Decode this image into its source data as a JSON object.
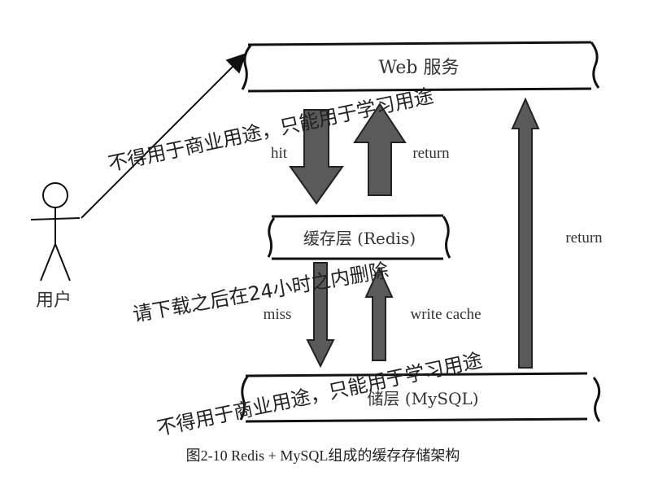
{
  "diagram": {
    "web_layer": "Web 服务",
    "cache_layer": "缓存层 (Redis)",
    "storage_layer": "储层 (MySQL)",
    "user_label": "用户",
    "arrow_hit": "hit",
    "arrow_return_upper": "return",
    "arrow_miss": "miss",
    "arrow_write_cache": "write cache",
    "arrow_return_right": "return"
  },
  "watermarks": [
    "不得用于商业用途，只能用于学习用途",
    "请下载之后在24小时之内删除",
    "不得用于商业用途，只能用于学习用途"
  ],
  "caption": "图2-10 Redis + MySQL组成的缓存存储架构",
  "colors": {
    "arrow_fill": "#5a5a5a",
    "line": "#111111",
    "text": "#333333"
  }
}
